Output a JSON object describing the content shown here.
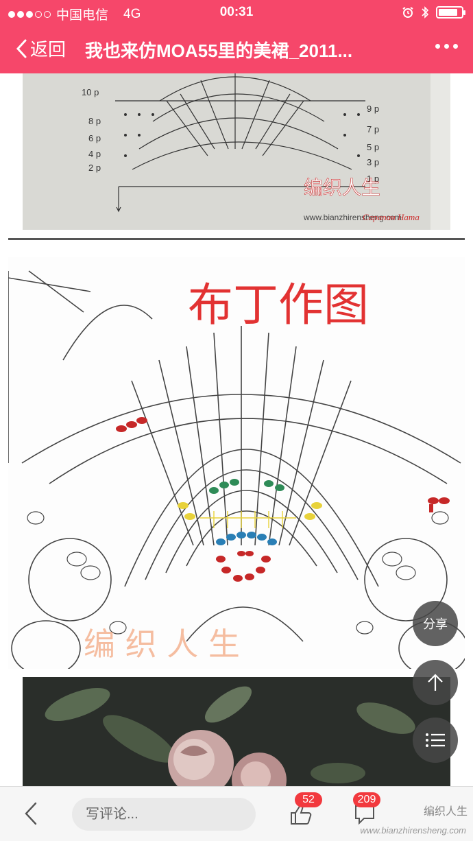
{
  "status": {
    "carrier": "中国电信",
    "network": "4G",
    "time": "00:31",
    "battery_level": 0.85
  },
  "nav": {
    "back_label": "返回",
    "title": "我也来仿MOA55里的美裙_2011..."
  },
  "images": {
    "chart_top_rows_left": [
      "10 p",
      "8 p",
      "6 p",
      "4 p",
      "2 p"
    ],
    "chart_top_rows_right": [
      "9 p",
      "7 p",
      "5 p",
      "3 p",
      "1 p"
    ],
    "chart_top_watermark": "编织人生",
    "chart_top_watermark_url": "www.bianzhirensheng.com",
    "chart_top_signature": "Сарапан Ната",
    "chart_main_title": "布丁作图",
    "chart_main_watermark": "编 织 人 生"
  },
  "fab": {
    "share_label": "分享"
  },
  "bottom": {
    "comment_placeholder": "写评论...",
    "like_count": "52",
    "comment_count": "209",
    "watermark": "编织人生",
    "watermark_url": "www.bianzhirensheng.com"
  }
}
